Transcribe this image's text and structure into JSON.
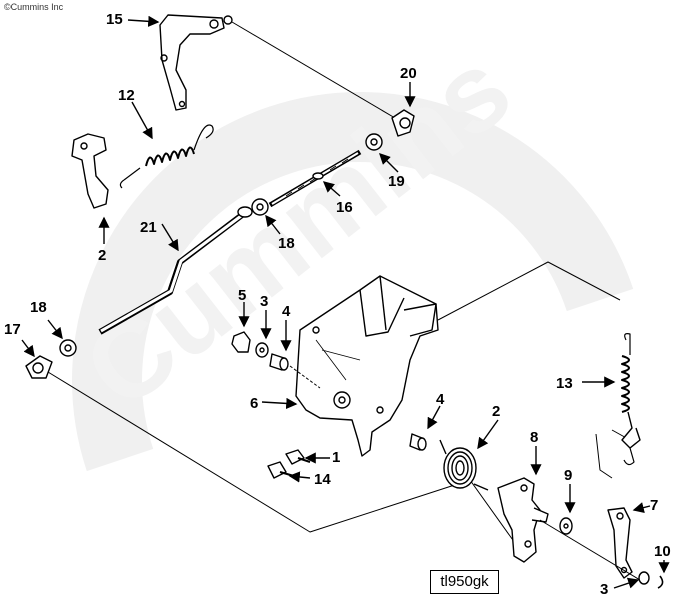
{
  "copyright": "©Cummins Inc",
  "watermark_text": "Cummins",
  "figure_id": "tl950gk",
  "callouts": [
    {
      "id": "c15",
      "label": "15"
    },
    {
      "id": "c20",
      "label": "20"
    },
    {
      "id": "c12",
      "label": "12"
    },
    {
      "id": "c19",
      "label": "19"
    },
    {
      "id": "c16",
      "label": "16"
    },
    {
      "id": "c2a",
      "label": "2"
    },
    {
      "id": "c21",
      "label": "21"
    },
    {
      "id": "c18a",
      "label": "18"
    },
    {
      "id": "c5",
      "label": "5"
    },
    {
      "id": "c3a",
      "label": "3"
    },
    {
      "id": "c4a",
      "label": "4"
    },
    {
      "id": "c18b",
      "label": "18"
    },
    {
      "id": "c17",
      "label": "17"
    },
    {
      "id": "c13",
      "label": "13"
    },
    {
      "id": "c6",
      "label": "6"
    },
    {
      "id": "c4b",
      "label": "4"
    },
    {
      "id": "c2b",
      "label": "2"
    },
    {
      "id": "c8",
      "label": "8"
    },
    {
      "id": "c1",
      "label": "1"
    },
    {
      "id": "c14",
      "label": "14"
    },
    {
      "id": "c9",
      "label": "9"
    },
    {
      "id": "c7",
      "label": "7"
    },
    {
      "id": "c10",
      "label": "10"
    },
    {
      "id": "c3b",
      "label": "3"
    }
  ]
}
